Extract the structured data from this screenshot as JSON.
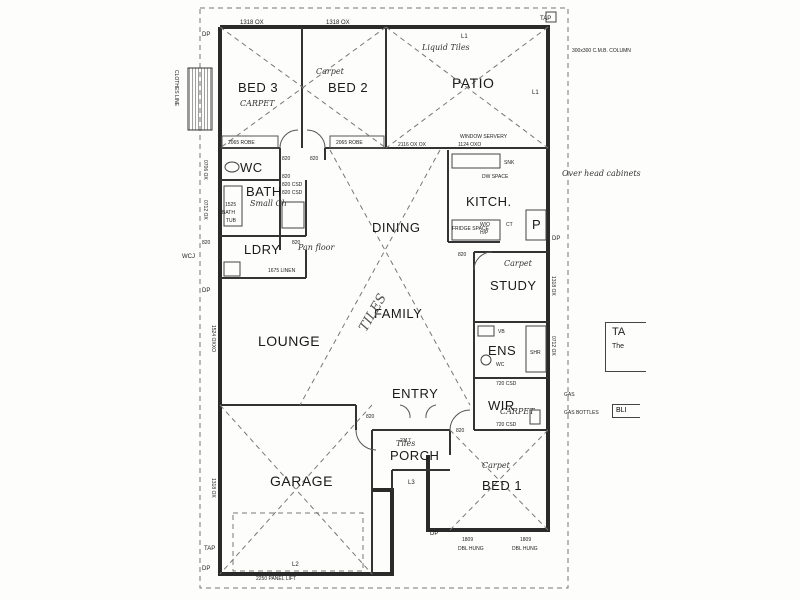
{
  "rooms": {
    "bed3": "BED 3",
    "bed2": "BED 2",
    "patio": "PATIO",
    "wc": "WC",
    "bath": "BATH",
    "ldry": "LDRY",
    "kitch": "KITCH.",
    "pantry": "P",
    "dining": "DINING",
    "study": "STUDY",
    "family": "FAMILY",
    "lounge": "LOUNGE",
    "ens": "ENS",
    "entry": "ENTRY",
    "wir": "WIR",
    "garage": "GARAGE",
    "porch": "PORCH",
    "bed1": "BED 1"
  },
  "dimensions": {
    "top_left": "1318 OX",
    "top_mid": "1318 OX",
    "robe_bed3": "2065 ROBE",
    "robe_bed2": "2065 ROBE",
    "patio_window": "2116 OX OX",
    "servery": "1124 OXO",
    "wc_win": "0706 OX",
    "bath_win": "0712 OX",
    "ldry_linen": "1675 LINEN",
    "lounge_win": "1524 OXXO",
    "garage_win": "1318 OX",
    "garage_door": "2250 PANEL LIFT",
    "porch_window": "2117",
    "bed1_win1": "1809",
    "bed1_win2": "1809",
    "study_win": "1318 OX",
    "ens_win": "0712 OX",
    "d820_a": "820",
    "d820_b": "820",
    "d820_c": "820",
    "d820_d": "820",
    "d820_e": "820",
    "d820_f": "820",
    "d820_g": "820",
    "d720_a": "720 CSD",
    "d720_b": "720 CSD",
    "d820_csd": "820 CSD",
    "d820_csd2": "820 CSD",
    "d820_h": "820",
    "bath_1525": "1525"
  },
  "labels": {
    "tap": "TAP",
    "dp": "DP",
    "clothes_line": "CLOTHES LINE",
    "wcj": "WCJ",
    "l1": "L1",
    "l2": "L2",
    "l3": "L3",
    "window_servery": "WINDOW SERVERY",
    "column": "300x300 C.M.B. COLUMN",
    "snk": "SNK",
    "dw_space": "DW SPACE",
    "fridge_space": "FRIDGE SPACE",
    "wo": "W/O",
    "hp": "H/P",
    "ct": "CT",
    "bath_label": "BATH",
    "vb": "VB",
    "wc_small": "WC",
    "gas_bottles": "GAS BOTTLES",
    "gas": "GAS",
    "dbl_hung_1": "DBL HUNG",
    "dbl_hung_2": "DBL HUNG",
    "shr": "SHR",
    "tub": "TUB"
  },
  "notes": {
    "bed3_carpet": "CARPET",
    "bed2_carpet": "Carpet",
    "patio_tiles": "Liquid Tiles",
    "study_carpet": "Carpet",
    "wir_carpet": "CARPET",
    "bed1_carpet": "Carpet",
    "porch_tiles": "Tiles",
    "tiles_floor": "TILES",
    "oven_note": "Over head cabinets",
    "bath_note": "Small Ch",
    "ldry_note": "Pan floor"
  },
  "legend": {
    "title": "TA",
    "sub": "The",
    "tag": "BLI"
  }
}
